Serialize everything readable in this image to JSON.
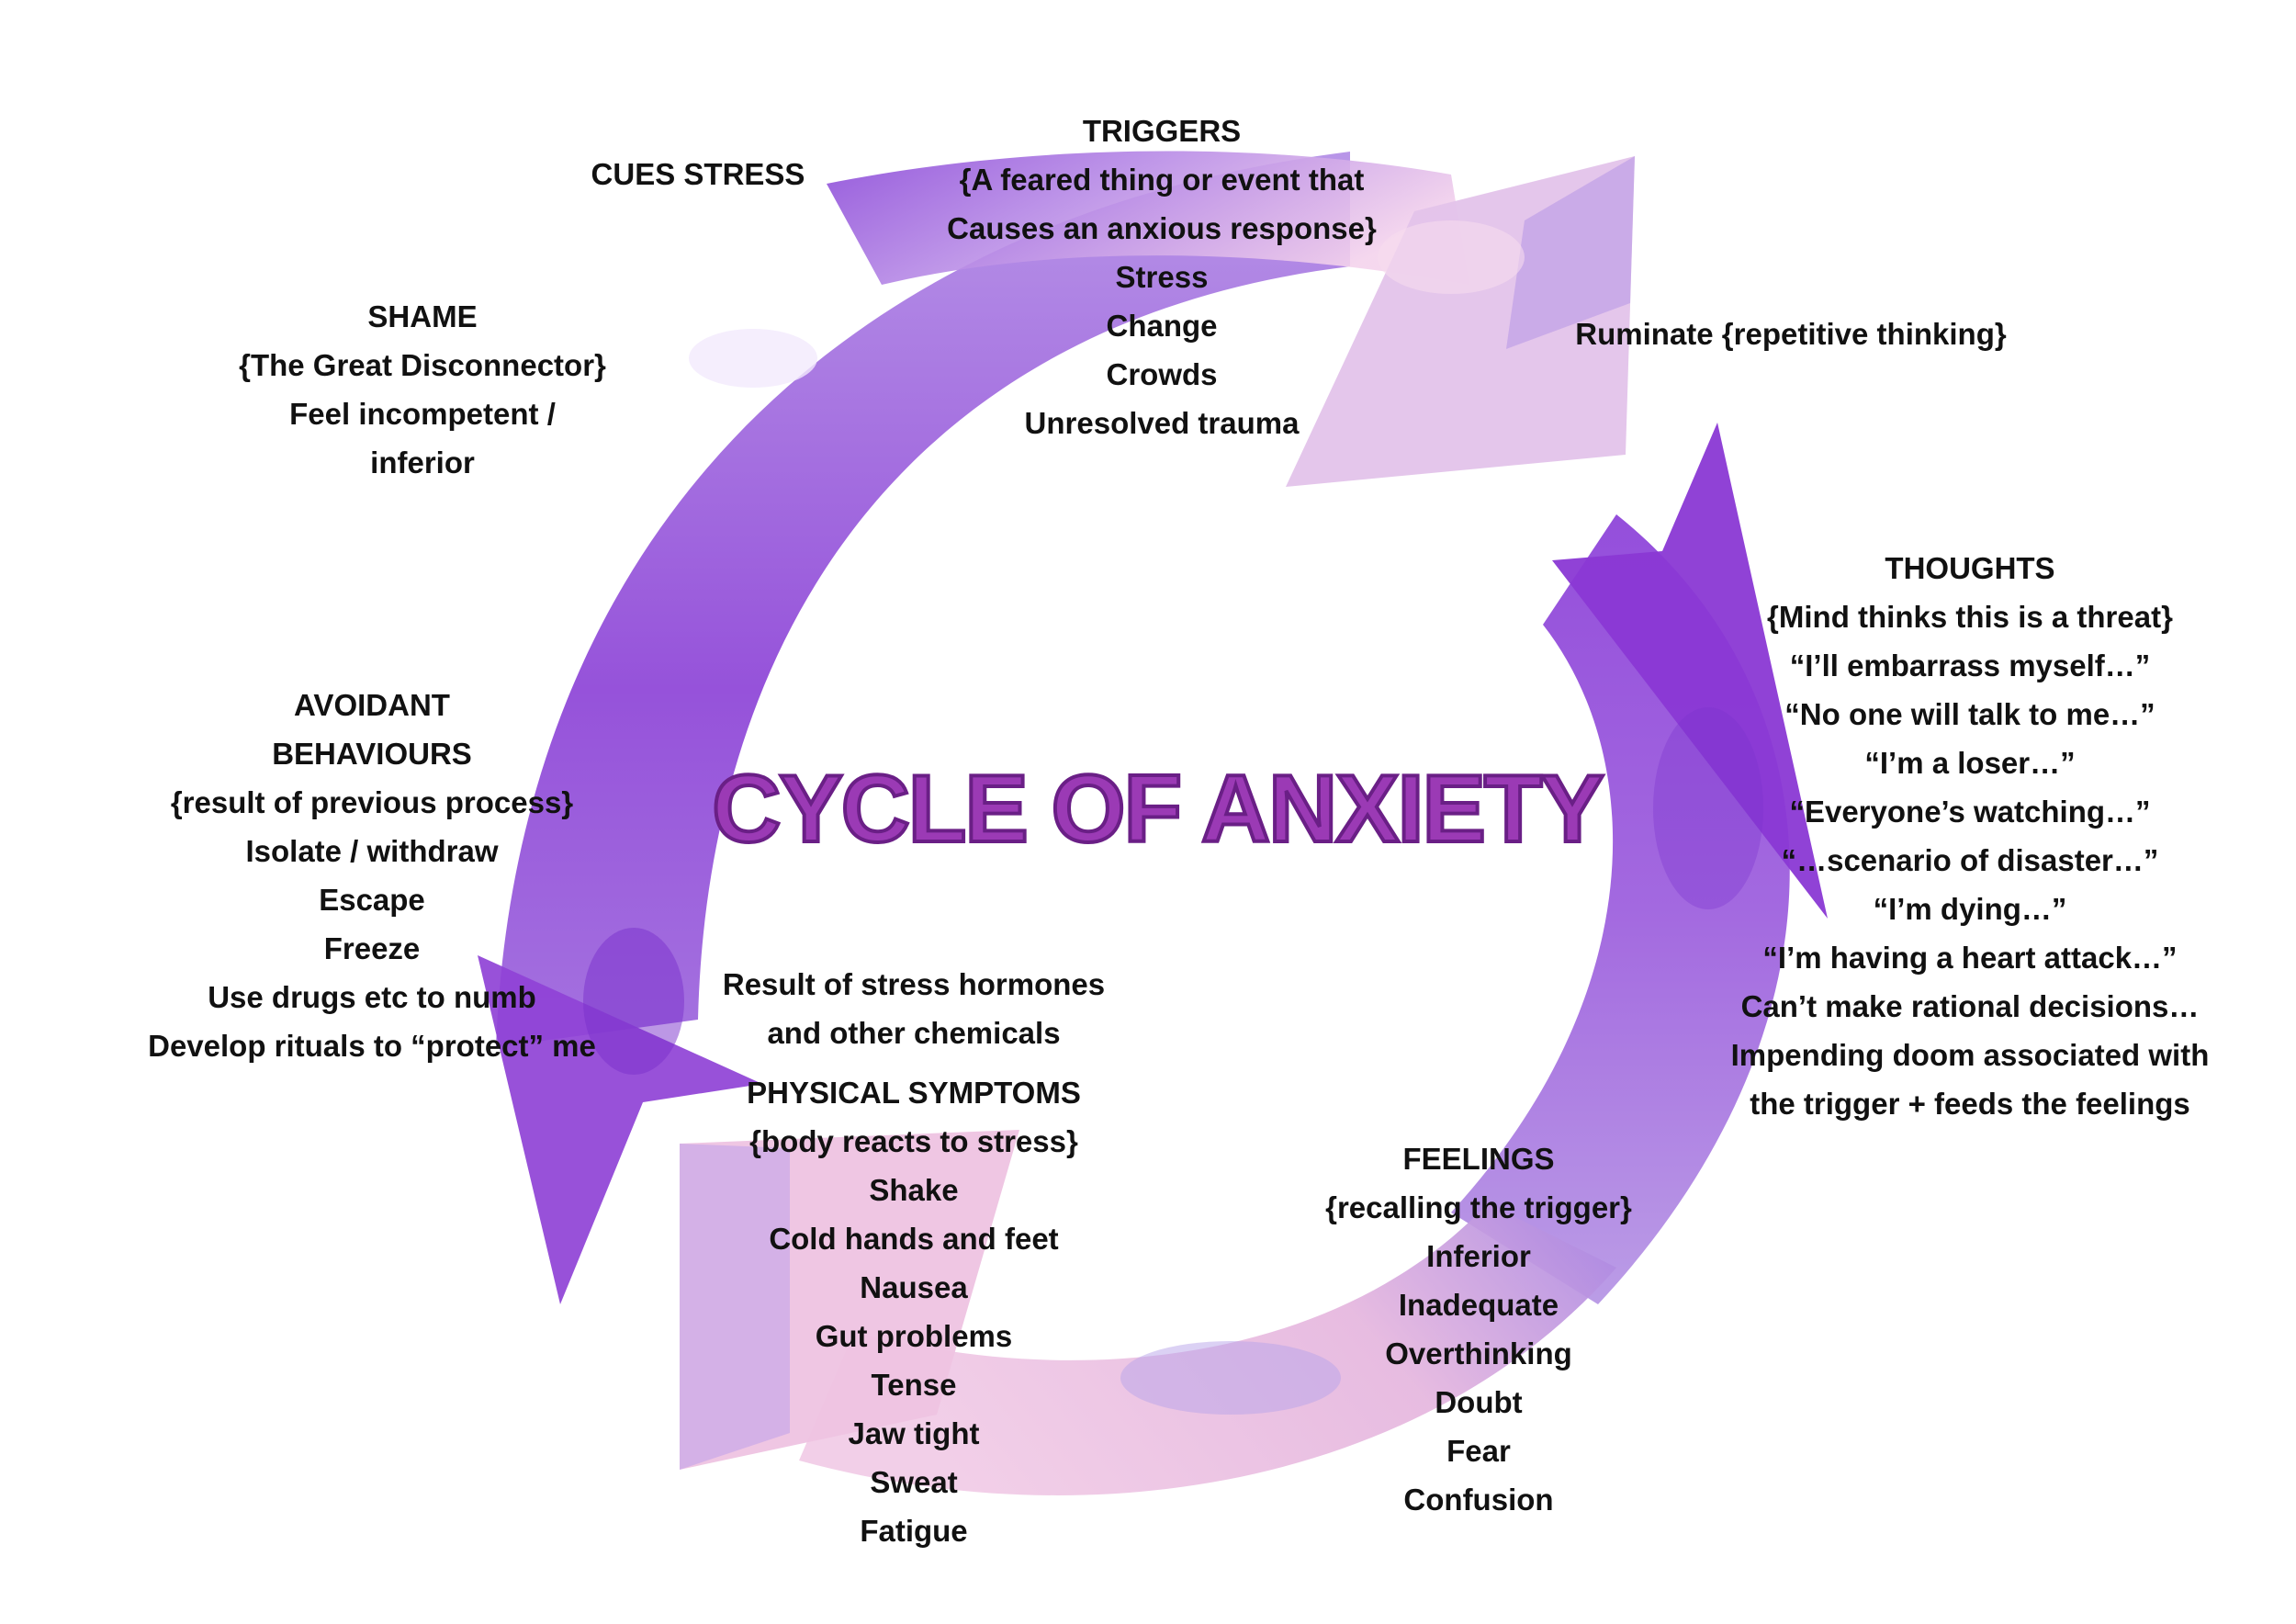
{
  "title": "CYCLE OF ANXIETY",
  "colors": {
    "title_fill": "#9b3ab5",
    "title_stroke": "#6a1f86",
    "arrow_deep": "#8a35d6",
    "arrow_mid": "#a578e0",
    "arrow_light": "#f2c8e6",
    "text": "#111111"
  },
  "labels": {
    "cues_stress": "CUES STRESS",
    "ruminate": "Ruminate {repetitive thinking}",
    "stress_hormones": [
      "Result of stress hormones",
      "and other chemicals"
    ]
  },
  "nodes": {
    "triggers": {
      "heading": "TRIGGERS",
      "lines": [
        "{A feared thing or event that",
        "Causes an anxious response}",
        "Stress",
        "Change",
        "Crowds",
        "Unresolved trauma"
      ]
    },
    "shame": {
      "heading": "SHAME",
      "lines": [
        "{The Great Disconnector}",
        "Feel incompetent /",
        "inferior"
      ]
    },
    "thoughts": {
      "heading": "THOUGHTS",
      "lines": [
        "{Mind thinks this is a threat}",
        "“I’ll embarrass myself…”",
        "“No one will talk to me…”",
        "“I’m a loser…”",
        "“Everyone’s watching…”",
        "“…scenario of disaster…”",
        "“I’m dying…”",
        "“I’m having a heart attack…”",
        "Can’t make rational decisions…",
        "Impending doom associated with",
        "the trigger + feeds the feelings"
      ]
    },
    "avoidant": {
      "heading": [
        "AVOIDANT",
        "BEHAVIOURS"
      ],
      "lines": [
        "{result of previous process}",
        "Isolate / withdraw",
        "Escape",
        "Freeze",
        "Use drugs etc to numb",
        "Develop rituals to “protect” me"
      ]
    },
    "physical": {
      "heading": "PHYSICAL SYMPTOMS",
      "lines": [
        "{body reacts to stress}",
        "Shake",
        "Cold hands and feet",
        "Nausea",
        "Gut problems",
        "Tense",
        "Jaw tight",
        "Sweat",
        "Fatigue"
      ]
    },
    "feelings": {
      "heading": "FEELINGS",
      "lines": [
        "{recalling the trigger}",
        "Inferior",
        "Inadequate",
        "Overthinking",
        "Doubt",
        "Fear",
        "Confusion"
      ]
    }
  }
}
